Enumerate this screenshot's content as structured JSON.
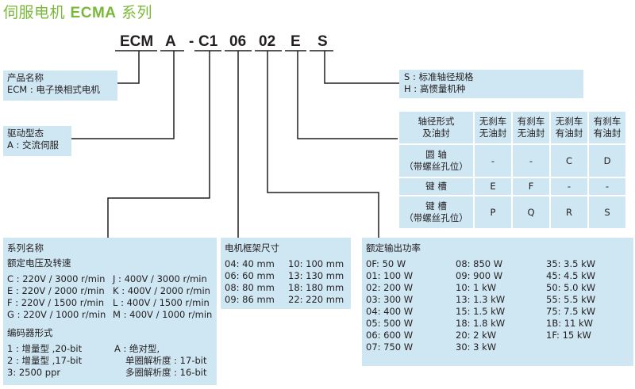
{
  "title": {
    "prefix": "伺服电机 ",
    "model": "ECMA",
    "suffix": " 系列"
  },
  "code": {
    "p1": "ECM",
    "p2": "A",
    "dash": "-",
    "p3": "C1",
    "p4": "06",
    "p5": "02",
    "p6": "E",
    "p7": "S"
  },
  "product_name": {
    "heading": "产品名称",
    "value": "ECM : 电子换相式电机"
  },
  "drive_type": {
    "heading": "驱动型态",
    "value": "A : 交流伺服"
  },
  "inertia": {
    "line1": "S : 标准轴径规格",
    "line2": "H : 高惯量机种"
  },
  "shaft_table": {
    "header_label": [
      "轴径形式",
      "及油封"
    ],
    "columns": [
      [
        "无刹车",
        "无油封"
      ],
      [
        "有刹车",
        "无油封"
      ],
      [
        "无刹车",
        "有油封"
      ],
      [
        "有刹车",
        "有油封"
      ]
    ],
    "rows": [
      {
        "label": [
          "圆 轴",
          "（带螺丝孔位）"
        ],
        "values": [
          "-",
          "-",
          "C",
          "D"
        ]
      },
      {
        "label": [
          "键 槽"
        ],
        "values": [
          "E",
          "F",
          "-",
          "-"
        ]
      },
      {
        "label": [
          "键 槽",
          "（带螺丝孔位）"
        ],
        "values": [
          "P",
          "Q",
          "R",
          "S"
        ]
      }
    ]
  },
  "series": {
    "heading": "系列名称",
    "rating_heading": "额定电压及转速",
    "ratings_left": [
      "C : 220V / 3000 r/min",
      "E : 220V / 2000 r/min",
      "F : 220V / 1500 r/min",
      "G : 220V / 1000 r/min"
    ],
    "ratings_right": [
      "J : 400V / 3000 r/min",
      "K : 400V / 2000 r/min",
      "L : 400V / 1500 r/min",
      "M : 400V / 1000 r/min"
    ],
    "encoder_heading": "编码器形式",
    "encoder_left": [
      "1 : 增量型 ,20-bit",
      "2 : 增量型 ,17-bit",
      "3: 2500 ppr"
    ],
    "encoder_right": [
      "A : 绝对型,",
      "单圈解析度 : 17-bit",
      "多圈解析度 : 16-bit"
    ]
  },
  "frame": {
    "heading": "电机框架尺寸",
    "left": [
      "04: 40 mm",
      "06: 60 mm",
      "08: 80 mm",
      "09: 86 mm"
    ],
    "right": [
      "10: 100 mm",
      "13: 130 mm",
      "18: 180 mm",
      "22: 220 mm"
    ]
  },
  "power": {
    "heading": "额定输出功率",
    "col1": [
      "0F: 50 W",
      "01: 100 W",
      "02: 200 W",
      "03: 300 W",
      "04: 400 W",
      "05: 500 W",
      "06: 600 W",
      "07: 750 W"
    ],
    "col2": [
      "08: 850 W",
      "09: 900 W",
      "10: 1 kW",
      "13: 1.3 kW",
      "15: 1.5 kW",
      "18: 1.8 kW",
      "20: 2 kW",
      "30: 3 kW"
    ],
    "col3": [
      "35: 3.5 kW",
      "45: 4.5 kW",
      "50: 5.0 kW",
      "55: 5.5 kW",
      "75: 7.5 kW",
      "1B: 11 kW",
      "1F: 15 kW"
    ]
  },
  "colors": {
    "title": "#7ab83a",
    "box": "#cfe6f3",
    "text": "#231f20"
  }
}
